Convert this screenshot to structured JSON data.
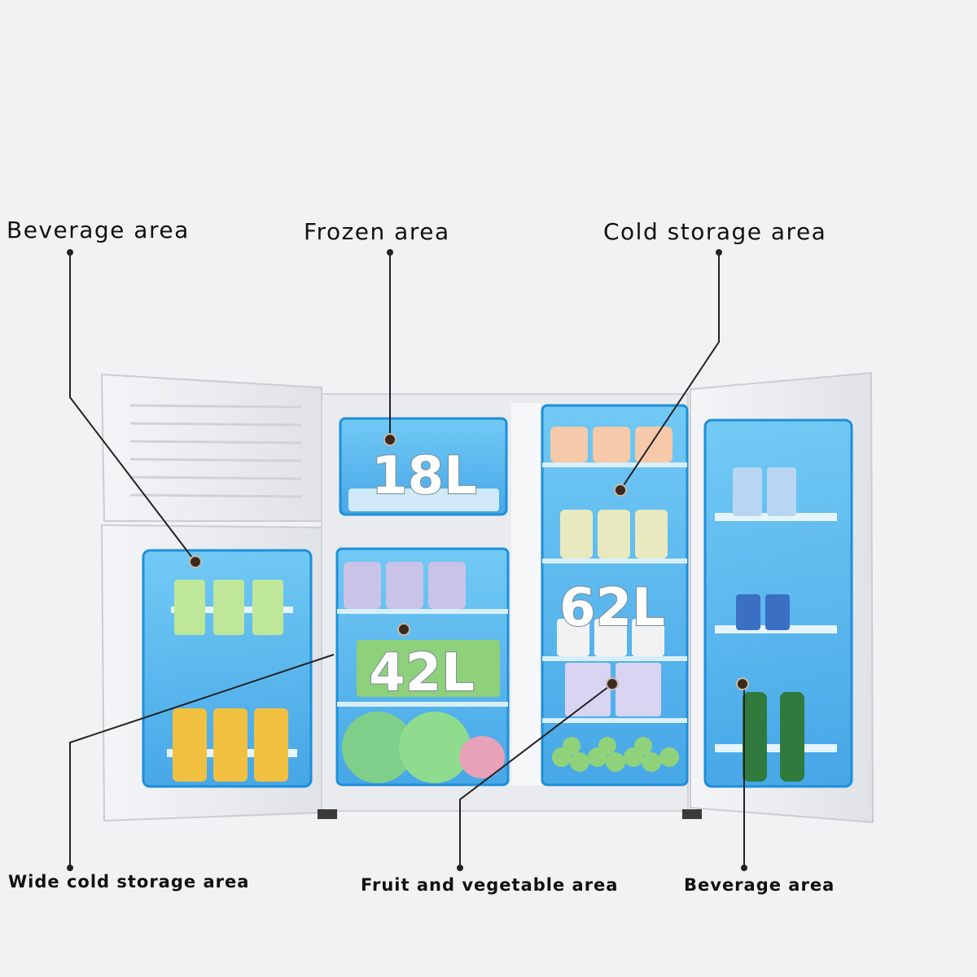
{
  "labels": {
    "beverage_top": "Beverage area",
    "frozen": "Frozen area",
    "cold_storage": "Cold storage area",
    "wide_cold_storage": "Wide cold storage area",
    "fruit_vegetable": "Fruit and vegetable area",
    "beverage_bottom": "Beverage area"
  },
  "capacities": {
    "frozen": "18L",
    "fridge": "42L",
    "cold": "62L"
  },
  "colors": {
    "background": "#f1f2f4",
    "highlight_fill": "#3fb2f0",
    "highlight_border": "#1f8fd8",
    "cabinet": "#e9ebee",
    "callout_line": "#222222"
  }
}
